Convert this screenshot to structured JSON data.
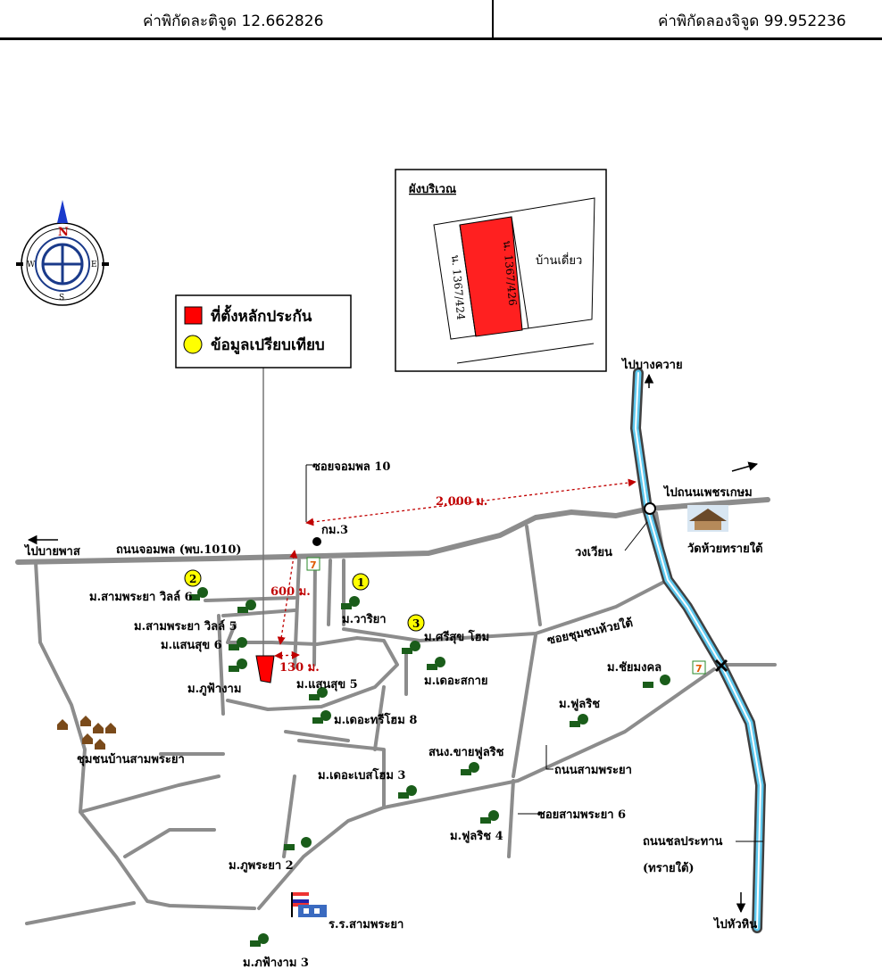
{
  "header": {
    "lat_label": "ค่าพิกัดละติจูด 12.662826",
    "lon_label": "ค่าพิกัดลองจิจูด 99.952236"
  },
  "legend": {
    "collateral": "ที่ตั้งหลักประกัน",
    "comparison": "ข้อมูลเปรียบเทียบ"
  },
  "inset": {
    "title": "ผังบริเวณ",
    "plot_left": "น. 1367/424",
    "plot_right": "น. 1367/426",
    "house": "บ้านเดี่ยว"
  },
  "compass": {
    "n": "N",
    "s": "S",
    "e": "E",
    "w": "W"
  },
  "labels": {
    "to_bang_kwai": "ไปบางควาย",
    "soi_jompol_10": "ซอยจอมพล 10",
    "dist_2000": "2,000 ม.",
    "to_phetkasem": "ไปถนนเพชรเกษม",
    "km3": "กม.3",
    "road_jompol": "ถนนจอมพล (พบ.1010)",
    "to_bai_pas": "ไปบายพาส",
    "circle": "วงเวียน",
    "wat": "วัดห้วยทรายใต้",
    "dist_600": "600 ม.",
    "dist_130": "130 ม.",
    "m_sampraya_villa6": "ม.สามพระยา วิลล์ 6",
    "m_sampraya_villa5": "ม.สามพระยา วิลล์ 5",
    "m_saensuk6": "ม.แสนสุข 6",
    "m_phufa_ngam": "ม.ภูฟ้างาม",
    "m_wariya": "ม.วาริยา",
    "m_srisuk_home": "ม.ศรีสุข โฮม",
    "soi_chumchon": "ซอยชุมชนห้วยใต้",
    "m_the_sakai": "ม.เดอะสกาย",
    "m_saensuk5": "ม.แสนสุข 5",
    "m_the_tree_home8": "ม.เดอะทรีโฮม 8",
    "m_chaimongkol": "ม.ชัยมงคล",
    "m_fulrich": "ม.ฟูลริช",
    "community": "ชุมชนบ้านสามพระยา",
    "sanang": "สนง.ขายฟูลริช",
    "m_the_best_home3": "ม.เดอะเบสโฮม 3",
    "road_sampraya": "ถนนสามพระยา",
    "soi_sampraya6": "ซอยสามพระยา 6",
    "m_fulrich4": "ม.ฟูลริช 4",
    "road_chonprathan": "ถนนชลประทาน",
    "south": "(ทรายใต้)",
    "m_phupraya2": "ม.ภูพระยา 2",
    "to_hua_hin": "ไปหัวหิน",
    "school": "ร.ร.สามพระยา",
    "m_phufa_ngam3": "ม.ภฟ้างาม 3"
  },
  "markers": {
    "m1": "1",
    "m2": "2",
    "m3": "3"
  },
  "colors": {
    "road": "#8c8c8c",
    "collateral": "#ff0000",
    "comparison": "#ffff00",
    "river": "#5ec8ee",
    "dist": "#c00000"
  }
}
